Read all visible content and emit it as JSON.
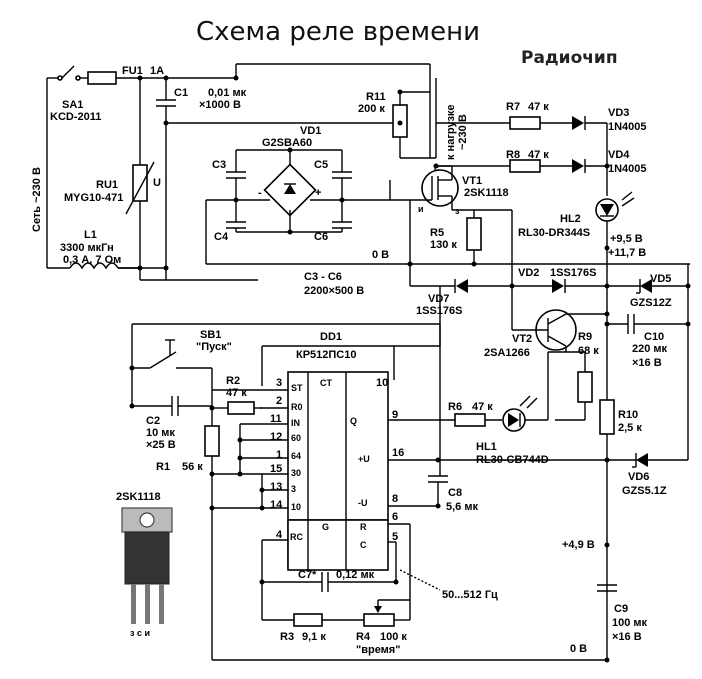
{
  "title": "Схема реле времени",
  "brand": "Радиочип",
  "labels": {
    "sa1": "SA1",
    "sa1_type": "KCD-2011",
    "fu1": "FU1",
    "fu1_val": "1A",
    "mains": "Сеть ~230 В",
    "c1": "C1",
    "c1_val1": "0,01 мк",
    "c1_val2": "×1000 В",
    "ru1": "RU1",
    "ru1_type": "MYG10-471",
    "u_mark": "U",
    "l1": "L1",
    "l1_v1": "3300 мкГн",
    "l1_v2": "0,3 А, 7 Ом",
    "r11": "R11",
    "r11_val": "200 к",
    "load": "к нагрузке",
    "load_v": "~230 В",
    "vd1": "VD1",
    "vd1_type": "G2SBA60",
    "c3": "C3",
    "c4": "C4",
    "c5": "C5",
    "c6": "C6",
    "minus": "-",
    "plus": "+",
    "c3c6": "C3 - C6",
    "c3c6_val": "2200×500 В",
    "zero_v": "0 В",
    "r7": "R7",
    "r7_val": "47 к",
    "r8": "R8",
    "r8_val": "47 к",
    "vd3": "VD3",
    "vd3_type": "1N4005",
    "vd4": "VD4",
    "vd4_type": "1N4005",
    "vt1": "VT1",
    "vt1_type": "2SK1118",
    "pin_c": "с",
    "pin_i": "и",
    "pin_z": "з",
    "r5": "R5",
    "r5_val": "130 к",
    "hl2": "HL2",
    "hl2_type": "RL30-DR344S",
    "v95": "+9,5 В",
    "v117": "+11,7 В",
    "vd2": "VD2",
    "vd2_type": "1SS176S",
    "vd5": "VD5",
    "vd5_type": "GZS12Z",
    "vd7": "VD7",
    "vd7_type": "1SS176S",
    "sb1": "SB1",
    "sb1_name": "\"Пуск\"",
    "dd1": "DD1",
    "dd1_type": "КР512ПС10",
    "r2": "R2",
    "r2_val": "47 к",
    "c2": "C2",
    "c2_v1": "10 мк",
    "c2_v2": "×25 В",
    "r1": "R1",
    "r1_val": "56 к",
    "vt2": "VT2",
    "vt2_type": "2SA1266",
    "r9": "R9",
    "r9_val": "68 к",
    "c10": "C10",
    "c10_v1": "220 мк",
    "c10_v2": "×16 В",
    "r6": "R6",
    "r6_val": "47 к",
    "r10": "R10",
    "r10_val": "2,5 к",
    "hl1": "HL1",
    "hl1_type": "RL30-CB744D",
    "vd6": "VD6",
    "vd6_type": "GZS5.1Z",
    "c8": "C8",
    "c8_val": "5,6 мк",
    "v49": "+4,9 В",
    "c9": "C9",
    "c9_v1": "100 мк",
    "c9_v2": "×16 В",
    "zero_v2": "0 В",
    "c7": "C7*",
    "c7_val": "0,12 мк",
    "r3": "R3",
    "r3_val": "9,1 к",
    "r4": "R4",
    "r4_val": "100 к",
    "r4_name": "\"время\"",
    "freq": "50...512 Гц",
    "pkg_type": "2SK1118",
    "pkg_pins": "з  с  и"
  },
  "chip_pins": {
    "p3": "3",
    "p2": "2",
    "p11": "11",
    "p12": "12",
    "p1": "1",
    "p15": "15",
    "p13": "13",
    "p14": "14",
    "p4": "4",
    "p10": "10",
    "p9": "9",
    "p16": "16",
    "p8": "8",
    "p6": "6",
    "p5": "5",
    "st": "ST",
    "r0": "R0",
    "in": "IN",
    "s60": "60",
    "s64": "64",
    "s30": "30",
    "s3": "3",
    "s10": "10",
    "ct": "CT",
    "q": "Q",
    "pu": "+U",
    "mu": "-U",
    "rc": "RC",
    "g": "G",
    "r": "R",
    "c": "C"
  }
}
